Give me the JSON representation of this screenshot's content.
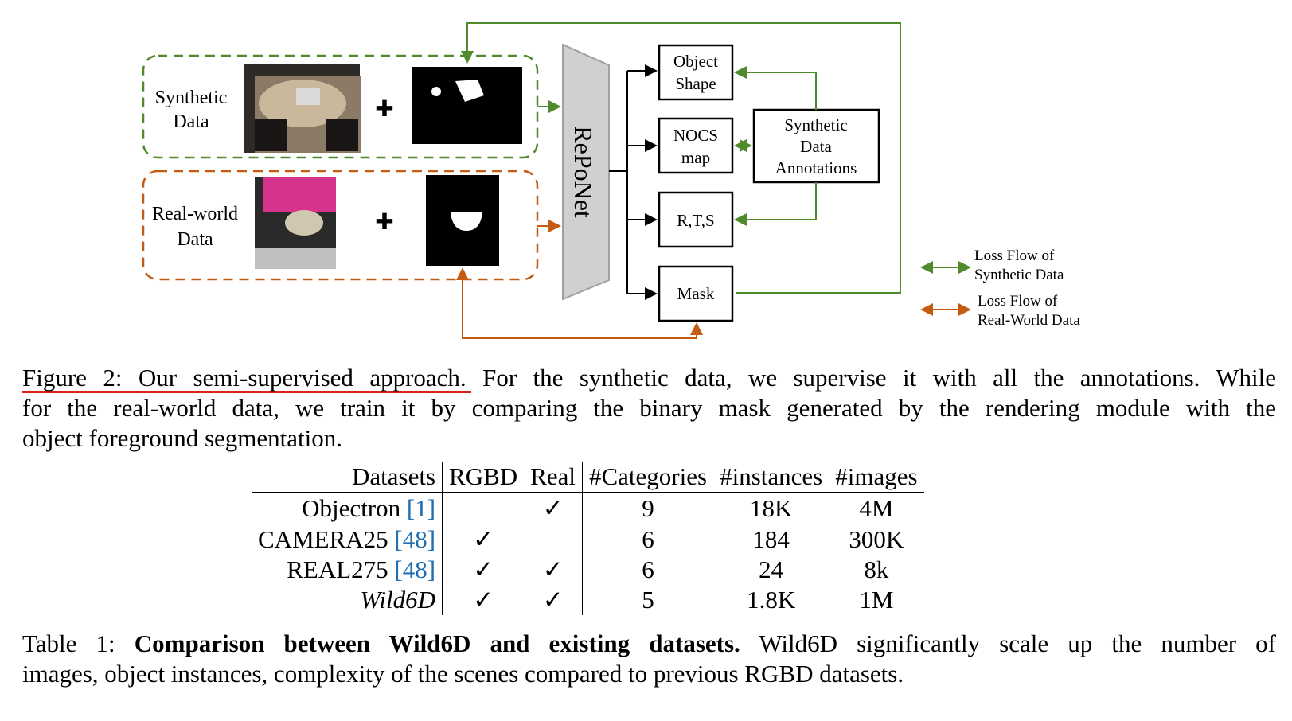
{
  "diagram": {
    "synthetic_label": [
      "Synthetic",
      "Data"
    ],
    "real_label": [
      "Real-world",
      "Data"
    ],
    "plus": "✚",
    "network": "RePoNet",
    "outputs": {
      "object_shape": [
        "Object",
        "Shape"
      ],
      "nocs_map": [
        "NOCS",
        "map"
      ],
      "rts": "R,T,S",
      "mask": "Mask"
    },
    "annotations": [
      "Synthetic",
      "Data",
      "Annotations"
    ],
    "legend": {
      "synthetic": [
        "Loss Flow of",
        "Synthetic Data"
      ],
      "real": [
        "Loss Flow of",
        "Real-World Data"
      ]
    },
    "colors": {
      "synthetic": "#4f8a2d",
      "real": "#c55a11",
      "caption_underline": "#e0201c",
      "citation": "#1f6fb2"
    }
  },
  "figure_caption": {
    "label": "Figure 2:",
    "title": "Our semi-supervised approach.",
    "body_line1": "For the synthetic data, we supervise it with all the annotations. While",
    "line2": "for the real-world data, we train it by comparing the binary mask generated by the rendering module with the",
    "line3": "object foreground segmentation."
  },
  "table": {
    "headers": [
      "Datasets",
      "RGBD",
      "Real",
      "#Categories",
      "#instances",
      "#images"
    ],
    "rows": [
      {
        "name": "Objectron",
        "cite": "[1]",
        "rgbd": "",
        "real": "✓",
        "categories": "9",
        "instances": "18K",
        "images": "4M"
      },
      {
        "name": "CAMERA25",
        "cite": "[48]",
        "rgbd": "✓",
        "real": "",
        "categories": "6",
        "instances": "184",
        "images": "300K"
      },
      {
        "name": "REAL275",
        "cite": "[48]",
        "rgbd": "✓",
        "real": "✓",
        "categories": "6",
        "instances": "24",
        "images": "8k"
      },
      {
        "name": "Wild6D",
        "cite": "",
        "rgbd": "✓",
        "real": "✓",
        "categories": "5",
        "instances": "1.8K",
        "images": "1M"
      }
    ]
  },
  "table_caption": {
    "label": "Table 1:",
    "title": "Comparison between Wild6D and existing datasets.",
    "body_line1": "Wild6D significantly scale up the number of",
    "line2": "images, object instances, complexity of the scenes compared to previous RGBD datasets."
  }
}
